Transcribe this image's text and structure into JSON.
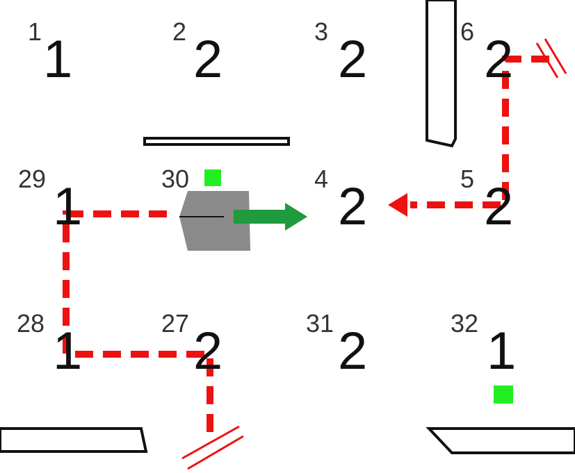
{
  "colors": {
    "path": "#ee1111",
    "arrow": "#1f9a3c",
    "marker": "#22ee22",
    "robot": "#8a8a8a",
    "wall": "#111111"
  },
  "cells": [
    {
      "id": "1",
      "value": "1"
    },
    {
      "id": "2",
      "value": "2"
    },
    {
      "id": "3",
      "value": "2"
    },
    {
      "id": "6",
      "value": "2"
    },
    {
      "id": "29",
      "value": "1"
    },
    {
      "id": "30",
      "value": ""
    },
    {
      "id": "4",
      "value": "2"
    },
    {
      "id": "5",
      "value": "2"
    },
    {
      "id": "28",
      "value": "1"
    },
    {
      "id": "27",
      "value": "2"
    },
    {
      "id": "31",
      "value": "2"
    },
    {
      "id": "32",
      "value": "1"
    }
  ],
  "icons": {
    "robot": "robot-icon",
    "direction_arrow": "arrow-right-icon",
    "goal_marker": "green-square-icon"
  }
}
